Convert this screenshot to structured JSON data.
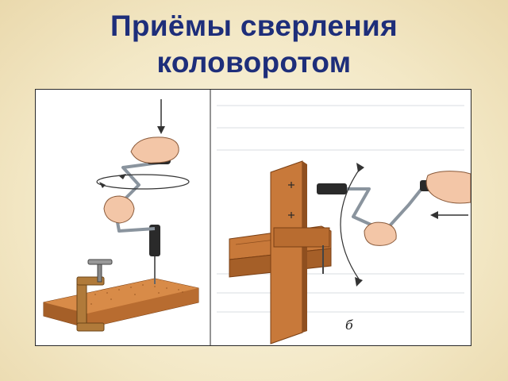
{
  "slide": {
    "title_line1": "Приёмы сверления",
    "title_line2": "коловоротом"
  },
  "figure": {
    "panel_b_label": "б"
  },
  "colors": {
    "title": "#1e2e7a",
    "wood": "#c8793a",
    "wood_dark": "#8f4f1f",
    "clamp": "#b07a3a",
    "tool_metal": "#8a949e",
    "handle": "#2a2a2a",
    "hand": "#f3c6a7"
  }
}
